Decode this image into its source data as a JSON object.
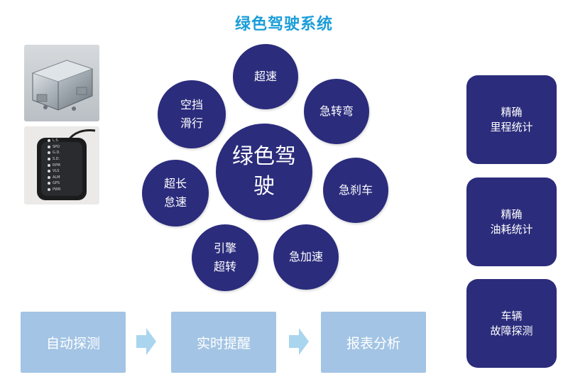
{
  "title": "绿色驾驶系统",
  "colors": {
    "title": "#1a9dd9",
    "circle": "#2b2c7c",
    "box": "#2b2c7c",
    "step": "#a3c4e4",
    "arrow": "#a9d5ee"
  },
  "center": {
    "label": "绿色驾\n驶"
  },
  "behaviors": [
    {
      "id": "speeding",
      "label": "超速"
    },
    {
      "id": "sharp-turn",
      "label": "急转弯"
    },
    {
      "id": "hard-brake",
      "label": "急刹车"
    },
    {
      "id": "rapid-accel",
      "label": "急加速"
    },
    {
      "id": "engine-overspeed",
      "label": "引擎\n超转"
    },
    {
      "id": "long-idle",
      "label": "超长\n怠速"
    },
    {
      "id": "neutral-coasting",
      "label": "空挡\n滑行"
    }
  ],
  "features": [
    {
      "id": "mileage",
      "label": "精确\n里程统计"
    },
    {
      "id": "fuel",
      "label": "精确\n油耗统计"
    },
    {
      "id": "diagnosis",
      "label": "车辆\n故障探测"
    }
  ],
  "flow": [
    {
      "id": "auto-detect",
      "label": "自动探测"
    },
    {
      "id": "realtime-alert",
      "label": "实时提醒"
    },
    {
      "id": "report-analysis",
      "label": "报表分析"
    }
  ],
  "device_indicators": [
    "L.S.",
    "SPD",
    "G.D.",
    "S.D.",
    "RPM",
    "VLS",
    "ALM",
    "GPS",
    "PWR"
  ]
}
